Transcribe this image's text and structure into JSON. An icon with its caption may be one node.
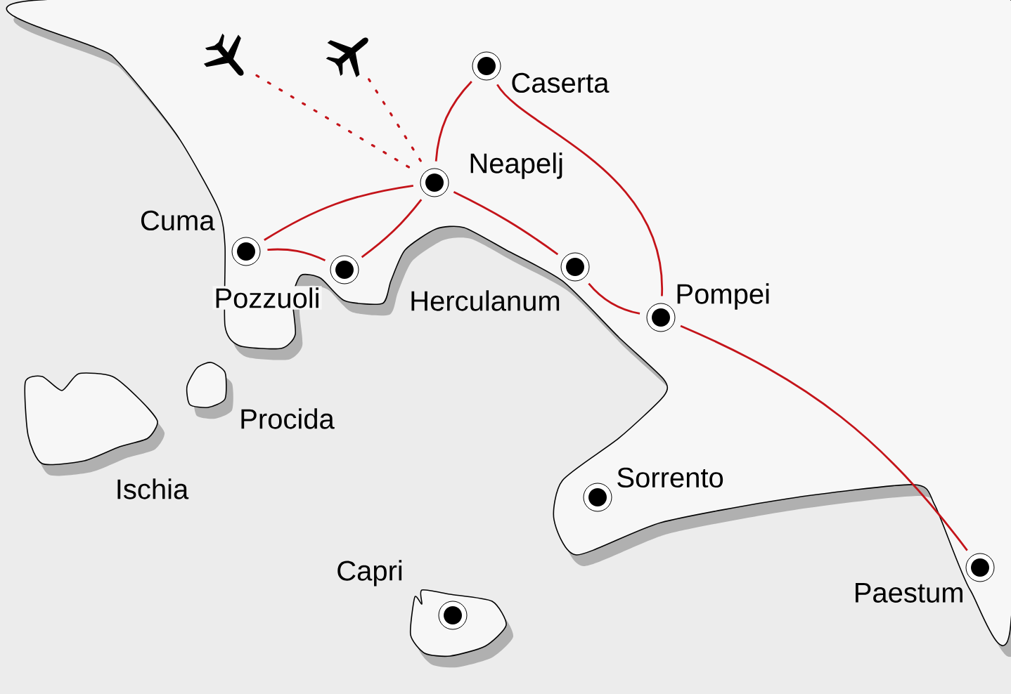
{
  "diagram": {
    "nodes": [
      {
        "text": [],
        "shape": "picture"
      },
      {
        "text": [],
        "shape": "picture"
      },
      {
        "text": [
          "Caserta"
        ]
      },
      {
        "text": [
          "Neapelj"
        ]
      },
      {
        "text": [
          "Cuma"
        ]
      },
      {
        "text": [
          "Pozzuoli"
        ]
      },
      {
        "text": [
          "Herculanum"
        ]
      },
      {
        "text": [
          "Pompei"
        ]
      },
      {
        "text": [
          "Sorrento"
        ]
      },
      {
        "text": [
          "Capri"
        ]
      },
      {
        "text": [
          "Paestum"
        ]
      }
    ],
    "edges": [
      {
        "from": 0,
        "to": 3,
        "arrow": "none",
        "style": "dashed"
      },
      {
        "from": 1,
        "to": 3,
        "arrow": "none",
        "style": "dashed"
      },
      {
        "from": 2,
        "to": 3,
        "arrow": "none"
      },
      {
        "from": 3,
        "to": 4,
        "arrow": "none"
      },
      {
        "from": 4,
        "to": 5,
        "arrow": "none"
      },
      {
        "from": 3,
        "to": 5,
        "arrow": "none"
      },
      {
        "from": 3,
        "to": 6,
        "arrow": "none"
      },
      {
        "from": 6,
        "to": 7,
        "arrow": "none"
      },
      {
        "from": 2,
        "to": 7,
        "arrow": "none"
      },
      {
        "from": 7,
        "to": 10,
        "arrow": "none"
      }
    ],
    "labels": [
      "Procida",
      "Ischia"
    ]
  }
}
